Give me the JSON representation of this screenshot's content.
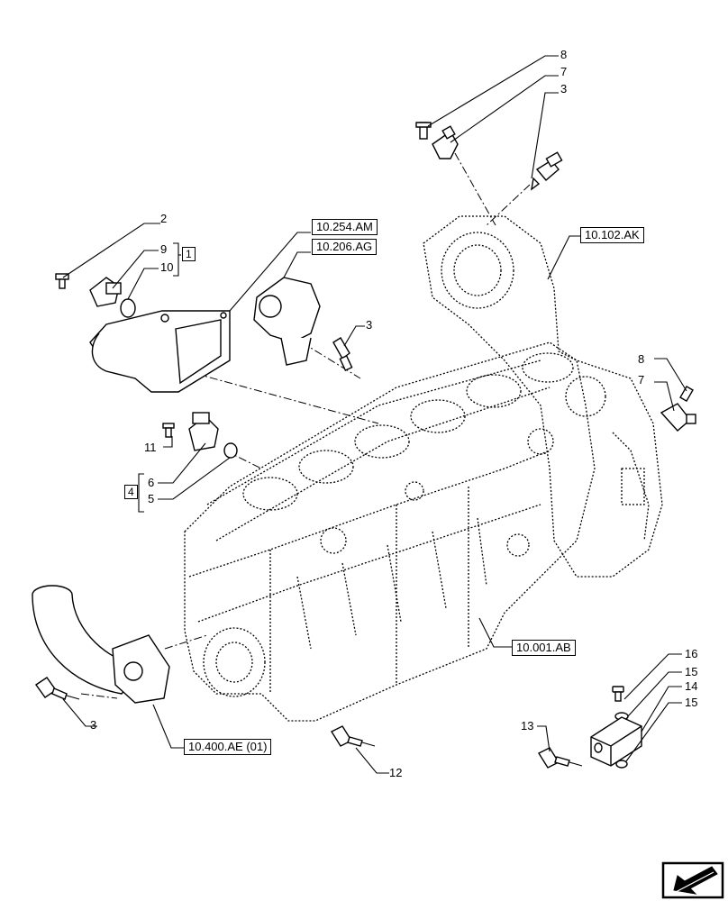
{
  "references": {
    "r_10254": "10.254.AM",
    "r_10206": "10.206.AG",
    "r_10102": "10.102.AK",
    "r_10001": "10.001.AB",
    "r_10400": "10.400.AE (01)"
  },
  "callouts": {
    "c8_top": "8",
    "c7_top": "7",
    "c3_top": "3",
    "c2": "2",
    "c9": "9",
    "c10": "10",
    "kit1": "1",
    "c3_mid": "3",
    "c8_right": "8",
    "c7_right": "7",
    "c11": "11",
    "c6": "6",
    "c5": "5",
    "kit4": "4",
    "c3_bottom": "3",
    "c12": "12",
    "c13": "13",
    "c16": "16",
    "c15a": "15",
    "c14": "14",
    "c15b": "15"
  },
  "icons": {
    "nav": "arrow-back-icon"
  },
  "colors": {
    "line": "#000000",
    "background": "#ffffff"
  }
}
